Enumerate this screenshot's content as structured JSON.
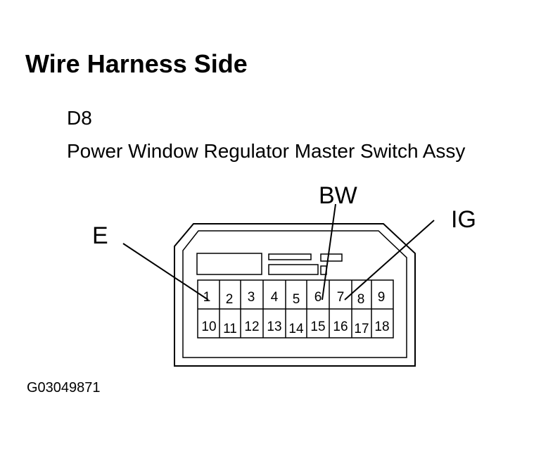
{
  "header": {
    "title": "Wire Harness Side",
    "connector_id": "D8",
    "connector_name": "Power Window Regulator Master Switch Assy"
  },
  "callouts": {
    "e": "E",
    "bw": "BW",
    "ig": "IG"
  },
  "pins": {
    "top": [
      "1",
      "2",
      "3",
      "4",
      "5",
      "6",
      "7",
      "8",
      "9"
    ],
    "bottom": [
      "10",
      "11",
      "12",
      "13",
      "14",
      "15",
      "16",
      "17",
      "18"
    ]
  },
  "footer": {
    "figure_code": "G03049871"
  }
}
